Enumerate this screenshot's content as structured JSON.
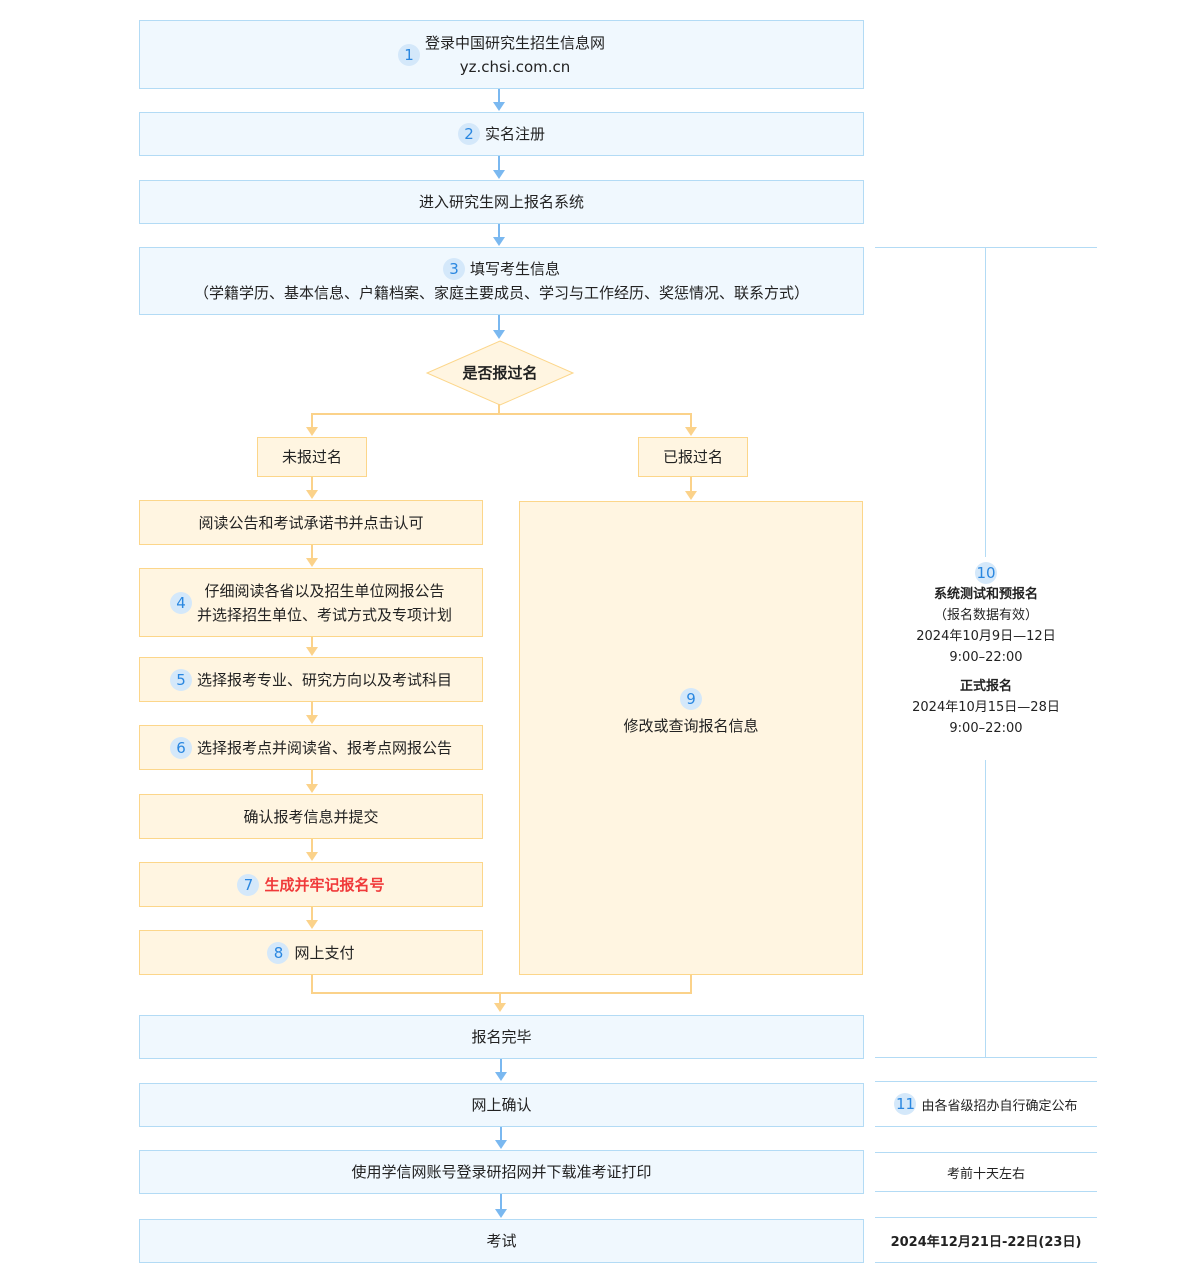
{
  "steps": {
    "s1": {
      "num": "1",
      "line1": "登录中国研究生招生信息网",
      "line2": "yz.chsi.com.cn"
    },
    "s2": {
      "num": "2",
      "label": "实名注册"
    },
    "enter": "进入研究生网上报名系统",
    "s3": {
      "num": "3",
      "line1": "填写考生信息",
      "line2": "（学籍学历、基本信息、户籍档案、家庭主要成员、学习与工作经历、奖惩情况、联系方式）"
    },
    "decision": "是否报过名",
    "no": "未报过名",
    "yes": "已报过名",
    "read": "阅读公告和考试承诺书并点击认可",
    "s4": {
      "num": "4",
      "line1": "仔细阅读各省以及招生单位网报公告",
      "line2": "并选择招生单位、考试方式及专项计划"
    },
    "s5": {
      "num": "5",
      "label": "选择报考专业、研究方向以及考试科目"
    },
    "s6": {
      "num": "6",
      "label": "选择报考点并阅读省、报考点网报公告"
    },
    "confirm": "确认报考信息并提交",
    "s7": {
      "num": "7",
      "label": "生成并牢记报名号"
    },
    "s8": {
      "num": "8",
      "label": "网上支付"
    },
    "s9": {
      "num": "9",
      "label": "修改或查询报名信息"
    },
    "done": "报名完毕",
    "online": "网上确认",
    "print": "使用学信网账号登录研招网并下载准考证打印",
    "exam": "考试"
  },
  "side": {
    "s10": {
      "num": "10",
      "title1": "系统测试和预报名",
      "note": "（报名数据有效）",
      "date1": "2024年10月9日—12日",
      "time1": "9:00–22:00",
      "title2": "正式报名",
      "date2": "2024年10月15日—28日",
      "time2": "9:00–22:00"
    },
    "s11": {
      "num": "11",
      "label": "由各省级招办自行确定公布"
    },
    "print_time": "考前十天左右",
    "exam_time": "2024年12月21日-22日(23日)"
  },
  "colors": {
    "blue_fill": "#f0f8fe",
    "blue_border": "#b3dbf5",
    "orange_fill": "#fff5e1",
    "orange_border": "#fcd68a",
    "highlight": "#f03a3a",
    "badge": "#2a87e0"
  }
}
